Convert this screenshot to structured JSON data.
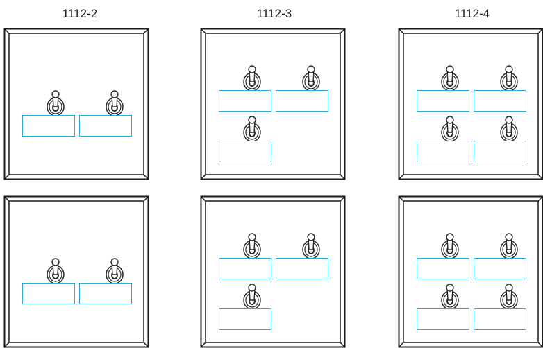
{
  "columns": [
    {
      "label": "1112-2",
      "switches": 2
    },
    {
      "label": "1112-3",
      "switches": 3
    },
    {
      "label": "1112-4",
      "switches": 4
    }
  ],
  "rows": 2,
  "colors": {
    "plate_outline": "#1a1a1a",
    "label_box": "#29abe2",
    "toggle": "#2a2a2a"
  }
}
